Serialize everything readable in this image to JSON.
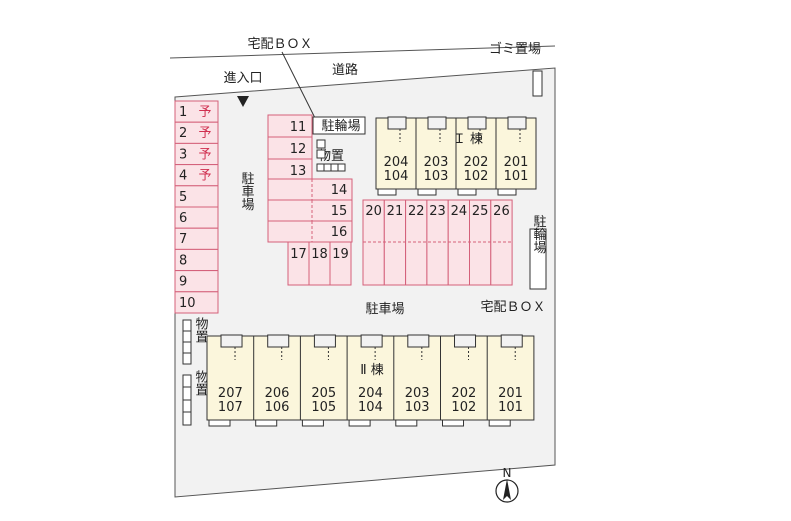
{
  "labels": {
    "takuhai_box_top": "宅配ＢＯＸ",
    "road": "道路",
    "garbage": "ゴミ置場",
    "entrance": "進入口",
    "bicycle_top": "駐輪場",
    "storage_top": "物置",
    "parking_left": "駐車場",
    "parking_center": "駐車場",
    "bicycle_right": "駐輪場",
    "takuhai_box_right": "宅配ＢＯＸ",
    "building_1": "Ｉ 棟",
    "building_2": "Ⅱ 棟",
    "storage_left_a": "物置",
    "storage_left_b": "物置",
    "north": "N"
  },
  "parking_left": [
    {
      "num": "1",
      "mark": "予"
    },
    {
      "num": "2",
      "mark": "予"
    },
    {
      "num": "3",
      "mark": "予"
    },
    {
      "num": "4",
      "mark": "予"
    },
    {
      "num": "5",
      "mark": ""
    },
    {
      "num": "6",
      "mark": ""
    },
    {
      "num": "7",
      "mark": ""
    },
    {
      "num": "8",
      "mark": ""
    },
    {
      "num": "9",
      "mark": ""
    },
    {
      "num": "10",
      "mark": ""
    }
  ],
  "parking_mid_left": [
    "11",
    "12",
    "13"
  ],
  "parking_mid_right": [
    "14",
    "15",
    "16"
  ],
  "parking_mid_bottom": [
    "17",
    "18",
    "19"
  ],
  "parking_row": [
    "20",
    "21",
    "22",
    "23",
    "24",
    "25",
    "26"
  ],
  "building_1_units": [
    {
      "upper": "204",
      "lower": "104"
    },
    {
      "upper": "203",
      "lower": "103"
    },
    {
      "upper": "202",
      "lower": "102"
    },
    {
      "upper": "201",
      "lower": "101"
    }
  ],
  "building_2_units": [
    {
      "upper": "207",
      "lower": "107"
    },
    {
      "upper": "206",
      "lower": "106"
    },
    {
      "upper": "205",
      "lower": "105"
    },
    {
      "upper": "204",
      "lower": "104"
    },
    {
      "upper": "203",
      "lower": "103"
    },
    {
      "upper": "202",
      "lower": "102"
    },
    {
      "upper": "201",
      "lower": "101"
    }
  ],
  "colors": {
    "site": "#f2f2f2",
    "parking": "#fbe3e7",
    "parking_border": "#d4607a",
    "building": "#fbf6dc",
    "outline": "#333333",
    "reserve_text": "#d03050"
  }
}
